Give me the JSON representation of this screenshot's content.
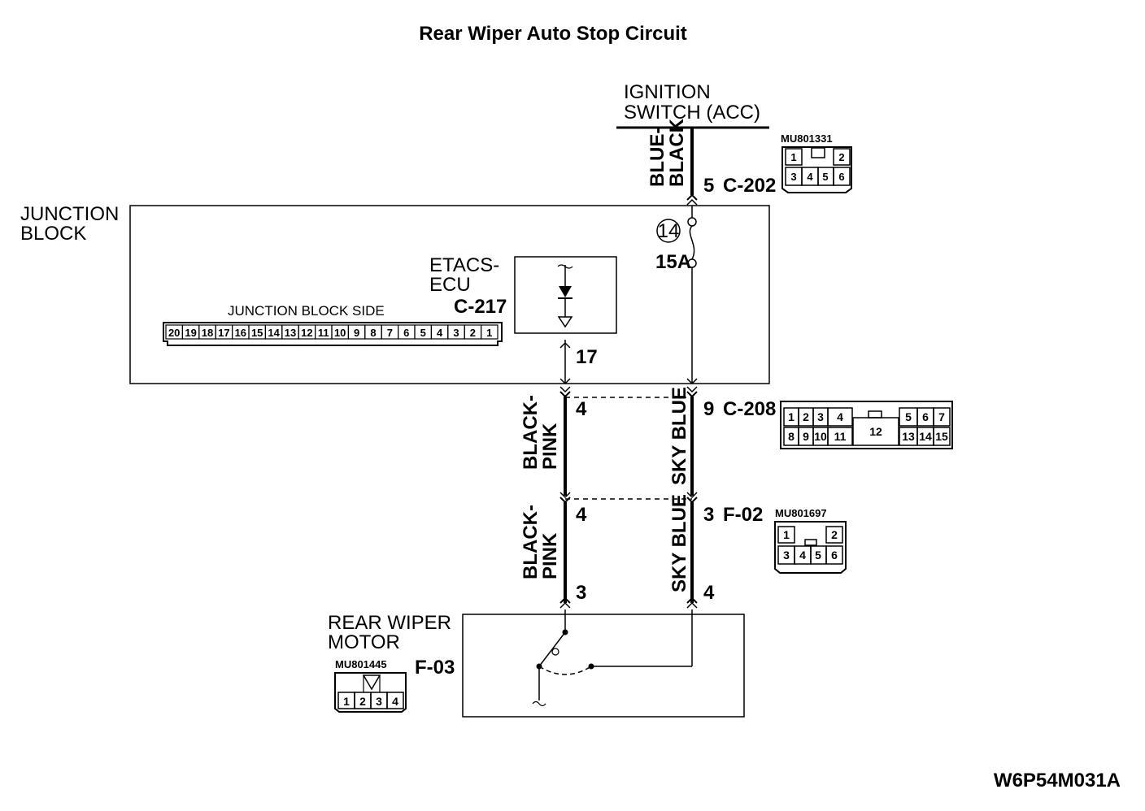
{
  "title": "Rear Wiper Auto Stop Circuit",
  "ignition": {
    "line1": "IGNITION",
    "line2": "SWITCH (ACC)"
  },
  "junction_block": {
    "line1": "JUNCTION",
    "line2": "BLOCK",
    "side_label": "JUNCTION BLOCK SIDE",
    "side_pins": [
      "20",
      "19",
      "18",
      "17",
      "16",
      "15",
      "14",
      "13",
      "12",
      "11",
      "10",
      "9",
      "8",
      "7",
      "6",
      "5",
      "4",
      "3",
      "2",
      "1"
    ]
  },
  "fuse": {
    "number": "14",
    "rating": "15A"
  },
  "etacs": {
    "line1": "ETACS-",
    "line2": "ECU",
    "connector": "C-217",
    "pin": "17"
  },
  "c202": {
    "pin": "5",
    "name": "C-202",
    "part": "MU801331",
    "pins": [
      "1",
      "2",
      "3",
      "4",
      "5",
      "6"
    ]
  },
  "c208": {
    "left_pin": "4",
    "right_pin": "9",
    "name": "C-208",
    "pins": [
      "1",
      "2",
      "3",
      "4",
      "12",
      "5",
      "6",
      "7",
      "8",
      "9",
      "10",
      "11",
      "13",
      "14",
      "15"
    ]
  },
  "f02": {
    "left_pin": "4",
    "right_pin": "3",
    "name": "F-02",
    "part": "MU801697",
    "pins": [
      "1",
      "2",
      "3",
      "4",
      "5",
      "6"
    ]
  },
  "f03": {
    "left_pin": "3",
    "right_pin": "4"
  },
  "motor": {
    "line1": "REAR WIPER",
    "line2": "MOTOR",
    "part": "MU801445",
    "connector": "F-03",
    "pins": [
      "1",
      "2",
      "3",
      "4"
    ]
  },
  "wires": {
    "blue_black": [
      "BLUE-",
      "BLACK"
    ],
    "black_pink": [
      "BLACK-",
      "PINK"
    ],
    "sky_blue": "SKY BLUE"
  },
  "footer_code": "W6P54M031A"
}
